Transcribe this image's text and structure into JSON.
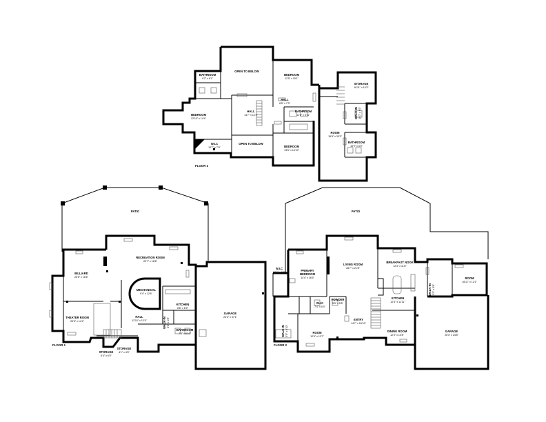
{
  "floors": {
    "floor3": {
      "label": "FLOOR 3",
      "rooms": {
        "bathroom_1": {
          "name": "BATHROOM",
          "dim": "9'2\" x 8'1\""
        },
        "open_to_below_1": {
          "name": "OPEN TO BELOW",
          "dim": ""
        },
        "bedroom_1": {
          "name": "BEDROOM",
          "dim": "12'5\" x 15'1\""
        },
        "storage_1": {
          "name": "STORAGE",
          "dim": "16'11\" x 10'3\""
        },
        "bedroom_2": {
          "name": "BEDROOM",
          "dim": "22'10\" x 14'4\""
        },
        "hall_1": {
          "name": "HALL",
          "dim": "14'7\" x 12'4\""
        },
        "hall_2": {
          "name": "HALL",
          "dim": "6'5\" x 7'3\""
        },
        "bathroom_2": {
          "name": "BATHROOM",
          "dim": "11'6\" x 6'11\""
        },
        "room_1": {
          "name": "ROOM",
          "dim": "15'8\" x 33'3\""
        },
        "walk_in_1": {
          "name": "WALK-IN",
          "dim": "10'7\" x 6'3\""
        },
        "bathroom_3": {
          "name": "BATHROOM",
          "dim": "10'9\" x 6'5\""
        },
        "wlc_1": {
          "name": "W.I.C",
          "dim": "12'7\" x 7'9\""
        },
        "open_to_below_2": {
          "name": "OPEN TO BELOW",
          "dim": ""
        },
        "bedroom_3": {
          "name": "BEDROOM",
          "dim": "13'5\" x 14'10\""
        }
      }
    },
    "floor1": {
      "label": "FLOOR 1",
      "rooms": {
        "patio": {
          "name": "PATIO",
          "dim": ""
        },
        "recreation": {
          "name": "RECREATION ROOM",
          "dim": "29'7\" x 18'8\""
        },
        "billiard": {
          "name": "BILLIARD",
          "dim": "25'5\" x 16'6\""
        },
        "mechanical": {
          "name": "MECHANICAL",
          "dim": "9'4\" x 12'6\""
        },
        "theater": {
          "name": "THEATER ROOM",
          "dim": "20'6\" x 14'4\""
        },
        "hall": {
          "name": "HALL",
          "dim": "12'10\" x 12'4\""
        },
        "kitchen": {
          "name": "KITCHEN",
          "dim": "8'6\" x 6'9\""
        },
        "walk_in": {
          "name": "WALK-IN",
          "dim": "6'8\" x 4'8\""
        },
        "bathroom": {
          "name": "BATHROOM",
          "dim": "7'6\" x 8'10\""
        },
        "garage": {
          "name": "GARAGE",
          "dim": "24'3\" x 37'1\""
        },
        "storage_a": {
          "name": "STORAGE",
          "dim": "6'4\" x 6'5\""
        },
        "storage_b": {
          "name": "STORAGE",
          "dim": "4'1\" x 4'5\""
        }
      }
    },
    "floor2": {
      "label": "FLOOR 2",
      "rooms": {
        "patio": {
          "name": "PATIO",
          "dim": ""
        },
        "wlc": {
          "name": "W.I.C",
          "dim": "9'10\" x 6'4\""
        },
        "primary": {
          "name": "PRIMARY BEDROOM",
          "dim": "14'4\" x 16'5\""
        },
        "living": {
          "name": "LIVING ROOM",
          "dim": "26'7\" x 21'8\""
        },
        "breakfast": {
          "name": "BREAKFAST NOOK",
          "dim": "12'3\" x 11'8\""
        },
        "room_small": {
          "name": "ROOM",
          "dim": "16'11\" x 12'1\""
        },
        "walk_in_a": {
          "name": "WALK-IN",
          "dim": "5'1\" x 5'8\""
        },
        "wlc_b": {
          "name": "W.I.C",
          "dim": "7'4\" x 5'3\""
        },
        "powder": {
          "name": "POWDER",
          "dim": "5'5\" x 5'5\""
        },
        "kitchen": {
          "name": "KITCHEN",
          "dim": "12'3\" x 11'11\""
        },
        "walk_in_b": {
          "name": "WALK-IN",
          "dim": "5'5\" x 6'10\""
        },
        "entry": {
          "name": "ENTRY",
          "dim": "14'7\" x 16'10\""
        },
        "room_b": {
          "name": "ROOM",
          "dim": "12'5\" x 12'7\""
        },
        "dining": {
          "name": "DINING ROOM",
          "dim": "12'3\" x 14'8\""
        },
        "garage": {
          "name": "GARAGE",
          "dim": "26'3\" x 24'8\""
        }
      }
    }
  }
}
